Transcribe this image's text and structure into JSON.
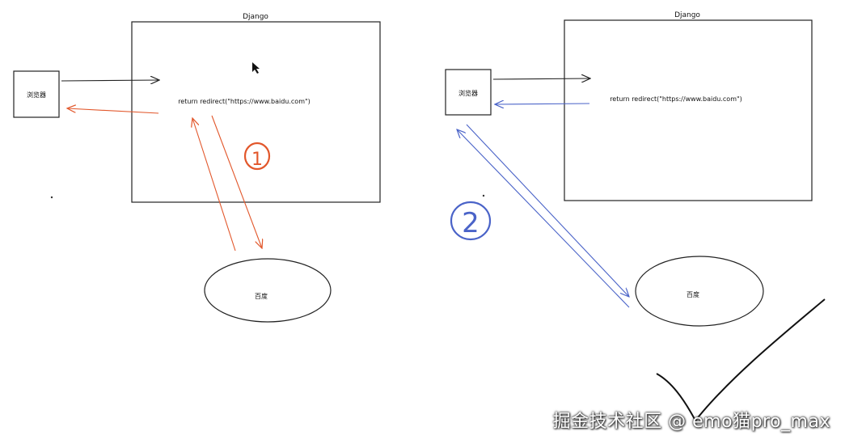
{
  "left_panel": {
    "django_title": "Django",
    "browser_label": "浏览器",
    "code_text": "return redirect(\"https://www.baidu.com\")",
    "target_label": "百度",
    "step_mark": "1",
    "accent_color": "#e2572b"
  },
  "right_panel": {
    "django_title": "Django",
    "browser_label": "浏览器",
    "code_text": "return redirect(\"https://www.baidu.com\")",
    "target_label": "百度",
    "step_mark": "2",
    "accent_color": "#4a63c8"
  },
  "watermark": "掘金技术社区 @ emo猫pro_max",
  "icons": [
    "cursor-arrow-icon",
    "checkmark-icon"
  ]
}
